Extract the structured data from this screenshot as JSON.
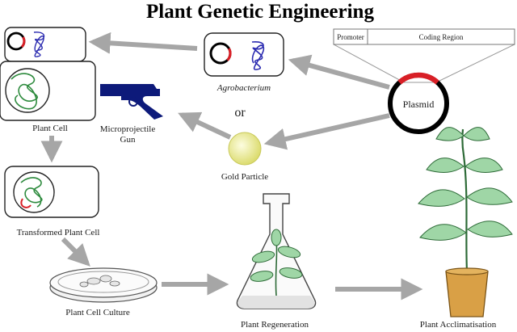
{
  "title": "Plant Genetic Engineering",
  "plasmid": {
    "label": "Plasmid",
    "promoter": "Promoter",
    "coding_region": "Coding Region"
  },
  "labels": {
    "agrobacterium": "Agrobacterium",
    "or": "or",
    "gold_particle": "Gold Particle",
    "microprojectile_line1": "Microprojectile",
    "microprojectile_line2": "Gun",
    "plant_cell": "Plant Cell",
    "transformed_plant_cell": "Transformed Plant Cell",
    "plant_cell_culture": "Plant Cell Culture",
    "plant_regeneration": "Plant Regeneration",
    "plant_acclimatisation": "Plant Acclimatisation"
  },
  "colors": {
    "arrow": "#a6a6a6",
    "dna_green": "#2e8b3e",
    "dna_blue": "#2a2ab0",
    "plasmid_red": "#d81f26",
    "leaf": "#9fd6a6",
    "leaf_vein": "#2e6b38",
    "gun": "#0d1a7a",
    "gold": "#ecec8a",
    "pot": "#d9a046"
  }
}
